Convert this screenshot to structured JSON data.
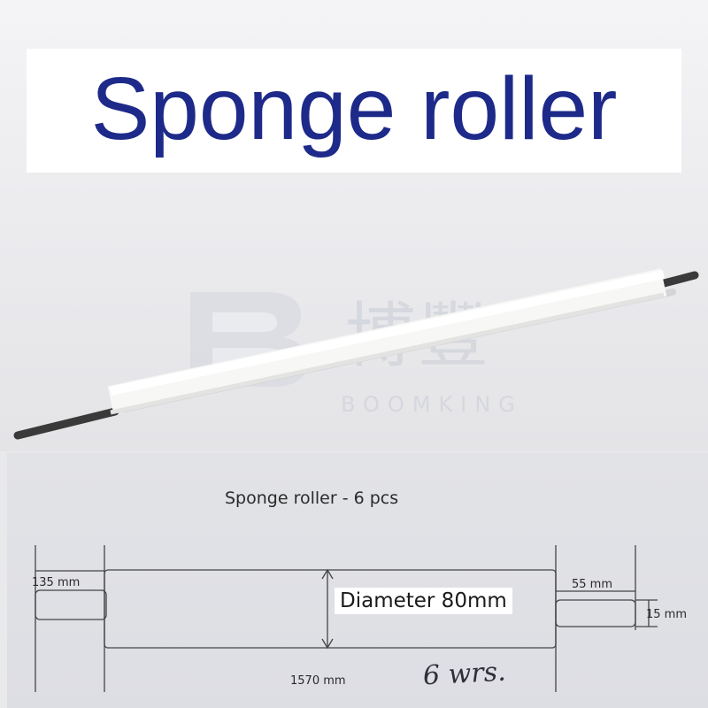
{
  "title": "Sponge roller",
  "watermark": {
    "chinese": "博豐",
    "english": "BOOMKING"
  },
  "drawing": {
    "heading": "Sponge roller - 6 pcs",
    "left_shaft_length": "135 mm",
    "right_shaft_length": "55 mm",
    "shaft_diameter": "15 mm",
    "roller_length": "1570 mm",
    "roller_diameter": "Diameter 80mm",
    "handwritten_note": "6 wrs."
  },
  "colors": {
    "title_text": "#1e2a8a",
    "title_background": "#ffffff",
    "roller": "#f6f6f4",
    "shaft": "#3a3a3a"
  }
}
